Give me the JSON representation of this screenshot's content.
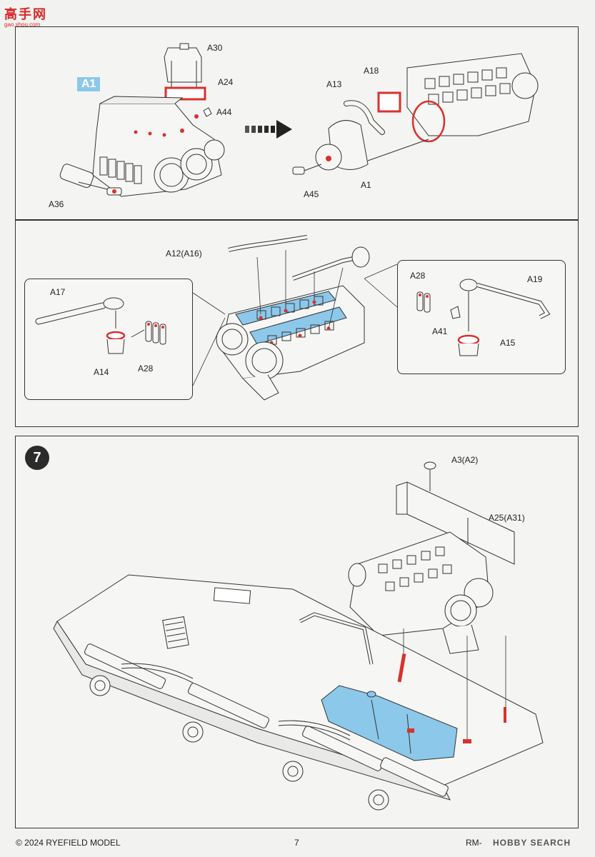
{
  "watermark": {
    "text": "高手网",
    "url": "gao.shou.com"
  },
  "panel1": {
    "badge": "A1",
    "labels": {
      "a30": "A30",
      "a24": "A24",
      "a44": "A44",
      "a36": "A36",
      "a18": "A18",
      "a13": "A13",
      "a45": "A45",
      "a1": "A1"
    }
  },
  "panel2": {
    "labels": {
      "a12": "A12(A16)",
      "a17": "A17",
      "a14": "A14",
      "a28_left": "A28",
      "a28_right": "A28",
      "a19": "A19",
      "a41": "A41",
      "a15": "A15"
    }
  },
  "panel3": {
    "step_number": "7",
    "labels": {
      "a3": "A3(A2)",
      "a25": "A25(A31)"
    }
  },
  "footer": {
    "copyright": "© 2024 RYEFIELD MODEL",
    "page": "7",
    "code": "RM-",
    "watermark": "HOBBY SEARCH"
  },
  "colors": {
    "highlight_red": "#d8322e",
    "highlight_blue": "#8cc8ea",
    "line": "#333333",
    "paper": "#f2f2f0"
  }
}
